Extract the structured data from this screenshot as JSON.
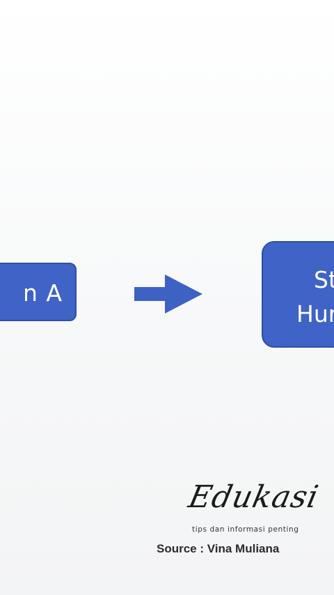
{
  "diagram": {
    "left_box_text": "n A",
    "right_box_line1": "St",
    "right_box_line2": "Hur",
    "colors": {
      "box_fill": "#3f63c6",
      "box_border": "#2f4fa3",
      "arrow": "#3d62c4",
      "text": "#ffffff"
    },
    "arrow_icon": "arrow-right-icon"
  },
  "watermark": {
    "brand": "Edukasi",
    "tagline": "tips dan informasi penting",
    "source": "Source : Vina Muliana"
  }
}
